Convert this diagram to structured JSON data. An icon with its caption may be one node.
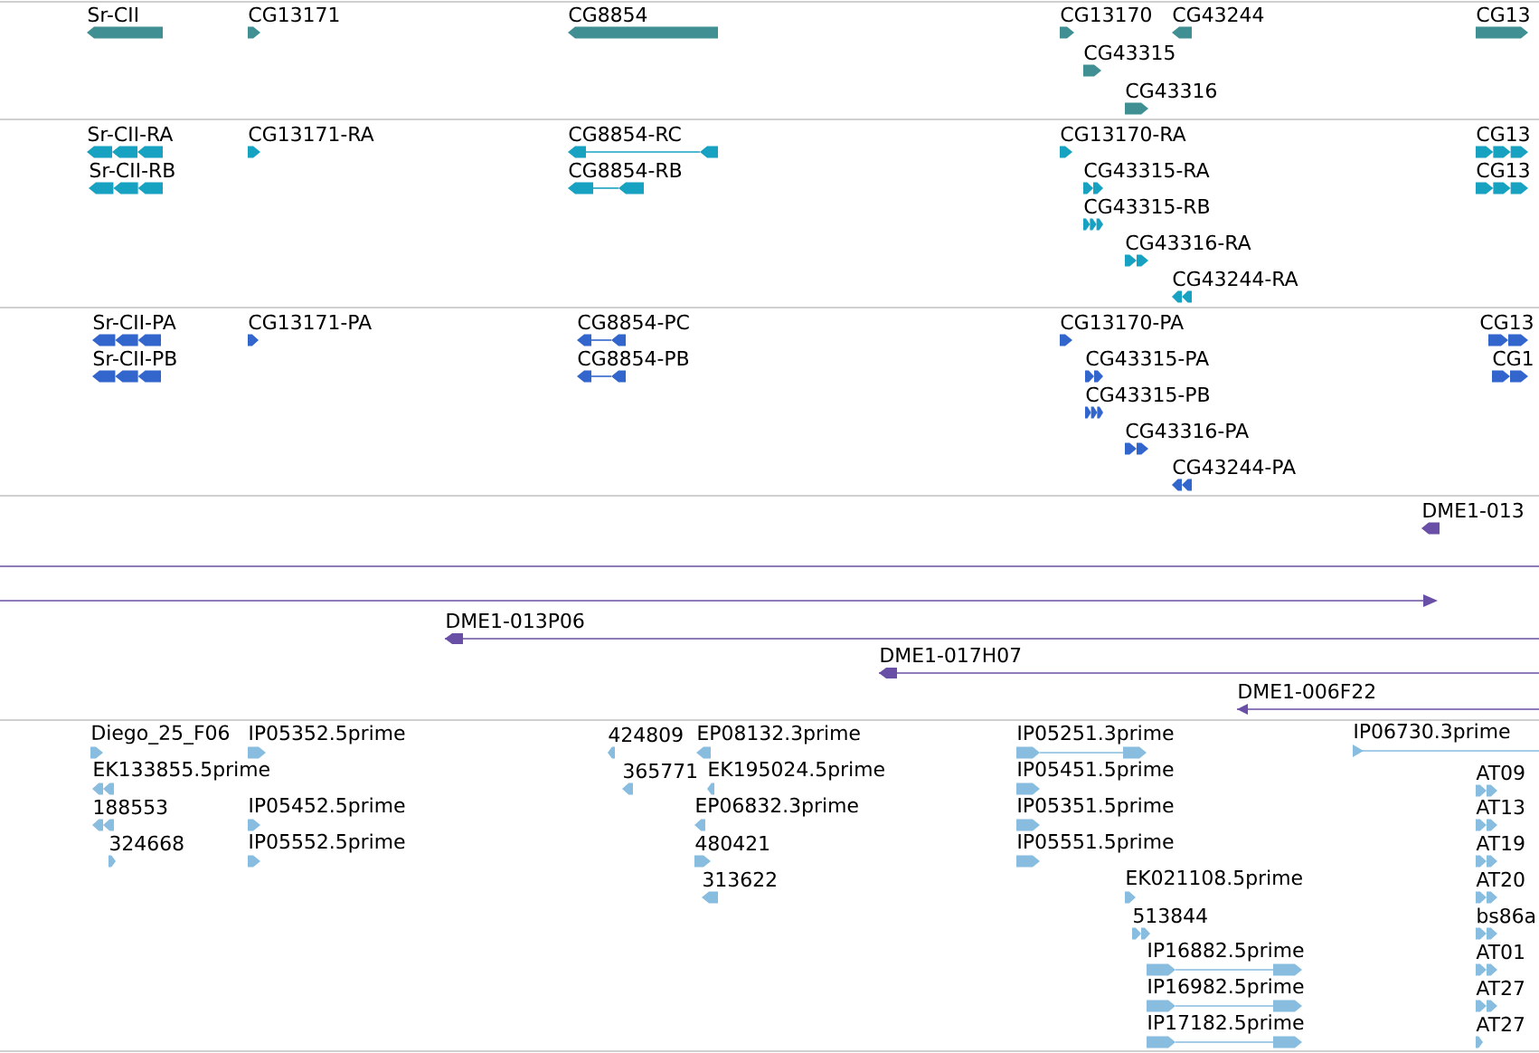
{
  "diagram": {
    "labels": [
      "Sr-CII",
      "CG13171",
      "CG8854",
      "CG13170",
      "CG43244",
      "CG43315",
      "CG43316",
      "CG13",
      "Sr-CII-RA",
      "Sr-CII-RB",
      "CG13171-RA",
      "CG8854-RC",
      "CG8854-RB",
      "CG13170-RA",
      "CG43315-RA",
      "CG43315-RB",
      "CG43316-RA",
      "CG43244-RA",
      "CG13",
      "CG13",
      "Sr-CII-PA",
      "Sr-CII-PB",
      "CG13171-PA",
      "CG8854-PC",
      "CG8854-PB",
      "CG13170-PA",
      "CG43315-PA",
      "CG43315-PB",
      "CG43316-PA",
      "CG43244-PA",
      "CG13",
      "CG1",
      "DME1-013",
      "DME1-013P06",
      "DME1-017H07",
      "DME1-006F22",
      "Diego_25_F06",
      "IP05352.5prime",
      "424809",
      "EP08132.3prime",
      "IP05251.3prime",
      "IP06730.3prime",
      "EK133855.5prime",
      "365771",
      "EK195024.5prime",
      "IP05451.5prime",
      "AT09",
      "188553",
      "IP05452.5prime",
      "EP06832.3prime",
      "IP05351.5prime",
      "AT13",
      "324668",
      "IP05552.5prime",
      "480421",
      "IP05551.5prime",
      "AT19",
      "313622",
      "EK021108.5prime",
      "AT20",
      "513844",
      "bs86a",
      "IP16882.5prime",
      "AT01",
      "IP16982.5prime",
      "AT27",
      "IP17182.5prime",
      "AT27"
    ]
  }
}
